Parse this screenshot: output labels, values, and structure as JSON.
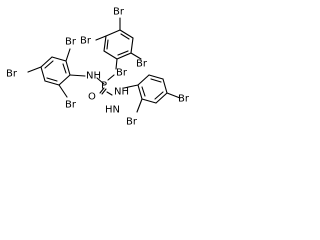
{
  "molecule": {
    "central_atom": "P",
    "atoms": [
      {
        "id": "br_top",
        "text": "Br"
      },
      {
        "id": "br_upper_left_ring",
        "text": "Br"
      },
      {
        "id": "br_upper_ring_left",
        "text": "Br"
      },
      {
        "id": "br_left_ring_outer",
        "text": "Br"
      },
      {
        "id": "br_upper_ring_right",
        "text": "Br"
      },
      {
        "id": "br_left_ring_lower",
        "text": "Br"
      },
      {
        "id": "br_lower_ring_right",
        "text": "Br"
      },
      {
        "id": "br_lower_ring_bottom",
        "text": "Br"
      },
      {
        "id": "br_upper_ring_lower",
        "text": "Br"
      },
      {
        "id": "nh_left",
        "text": "NH"
      },
      {
        "id": "nh_right",
        "text": "NH"
      },
      {
        "id": "nh_bottom",
        "text": "HN"
      },
      {
        "id": "p_center",
        "text": "P"
      },
      {
        "id": "o_oxide",
        "text": "O"
      }
    ]
  }
}
